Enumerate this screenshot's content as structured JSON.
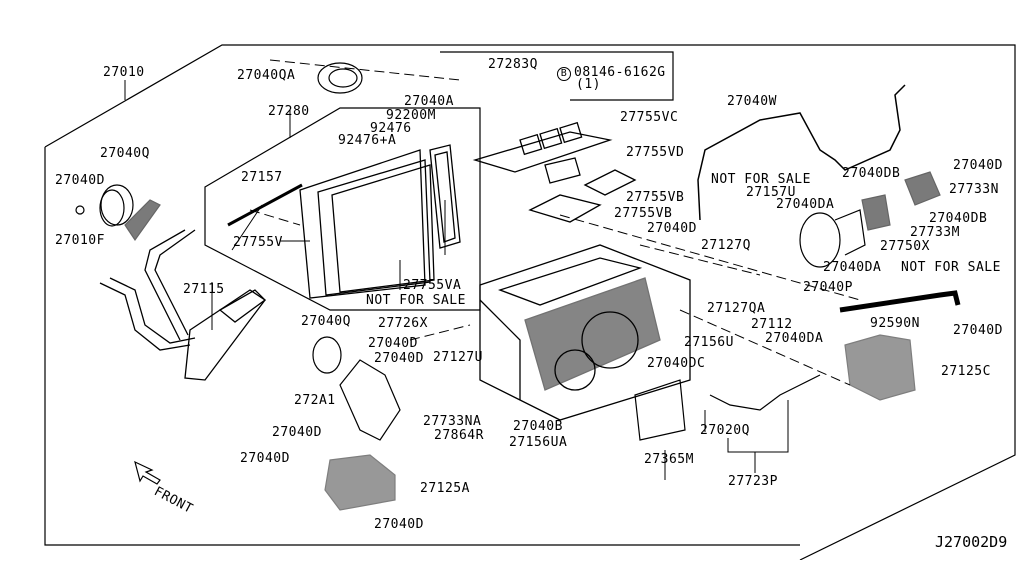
{
  "diagram": {
    "title": "Heater & Blower Unit Parts Diagram",
    "reference_code": "J27002D9",
    "front_indicator": "FRONT",
    "not_for_sale": "NOT FOR SALE",
    "bolt_callout": {
      "symbol": "B",
      "part": "08146-6162G",
      "qty": "(1)"
    },
    "labels": [
      {
        "id": "p27010",
        "text": "27010"
      },
      {
        "id": "p27040QA",
        "text": "27040QA"
      },
      {
        "id": "p27280",
        "text": "27280"
      },
      {
        "id": "p27040Q_top",
        "text": "27040Q"
      },
      {
        "id": "p27040D_left",
        "text": "27040D"
      },
      {
        "id": "p27010F",
        "text": "27010F"
      },
      {
        "id": "p27157",
        "text": "27157"
      },
      {
        "id": "p27755V",
        "text": "27755V"
      },
      {
        "id": "p27115",
        "text": "27115"
      },
      {
        "id": "p27283Q",
        "text": "27283Q"
      },
      {
        "id": "p27040A",
        "text": "27040A"
      },
      {
        "id": "p92200M",
        "text": "92200M"
      },
      {
        "id": "p92476",
        "text": "92476"
      },
      {
        "id": "p92476A",
        "text": "92476+A"
      },
      {
        "id": "p27755VC",
        "text": "27755VC"
      },
      {
        "id": "p27755VD",
        "text": "27755VD"
      },
      {
        "id": "p27755VB_1",
        "text": "27755VB"
      },
      {
        "id": "p27755VB_2",
        "text": "27755VB"
      },
      {
        "id": "p27040D_mid",
        "text": "27040D"
      },
      {
        "id": "p27755VA",
        "text": "27755VA"
      },
      {
        "id": "p27040W",
        "text": "27040W"
      },
      {
        "id": "p27040D_tr",
        "text": "27040D"
      },
      {
        "id": "p27040DB_1",
        "text": "27040DB"
      },
      {
        "id": "p27733N",
        "text": "27733N"
      },
      {
        "id": "p27157U",
        "text": "27157U"
      },
      {
        "id": "p27040DA_1",
        "text": "27040DA"
      },
      {
        "id": "p27040DB_2",
        "text": "27040DB"
      },
      {
        "id": "p27733M",
        "text": "27733M"
      },
      {
        "id": "p27127Q",
        "text": "27127Q"
      },
      {
        "id": "p27750X",
        "text": "27750X"
      },
      {
        "id": "p27040DA_2",
        "text": "27040DA"
      },
      {
        "id": "p27127QA",
        "text": "27127QA"
      },
      {
        "id": "p27040P",
        "text": "27040P"
      },
      {
        "id": "p27112",
        "text": "27112"
      },
      {
        "id": "p92590N",
        "text": "92590N"
      },
      {
        "id": "p27040DA_3",
        "text": "27040DA"
      },
      {
        "id": "p27040D_r",
        "text": "27040D"
      },
      {
        "id": "p27125C",
        "text": "27125C"
      },
      {
        "id": "p27156U",
        "text": "27156U"
      },
      {
        "id": "p27040DC",
        "text": "27040DC"
      },
      {
        "id": "p27040Q_mid",
        "text": "27040Q"
      },
      {
        "id": "p27726X",
        "text": "27726X"
      },
      {
        "id": "p27040D_a",
        "text": "27040D"
      },
      {
        "id": "p27040D_b",
        "text": "27040D"
      },
      {
        "id": "p27127U",
        "text": "27127U"
      },
      {
        "id": "p272A1",
        "text": "272A1"
      },
      {
        "id": "p27733NA",
        "text": "27733NA"
      },
      {
        "id": "p27864R",
        "text": "27864R"
      },
      {
        "id": "p27040B",
        "text": "27040B"
      },
      {
        "id": "p27156UA",
        "text": "27156UA"
      },
      {
        "id": "p27040D_c",
        "text": "27040D"
      },
      {
        "id": "p27040D_d",
        "text": "27040D"
      },
      {
        "id": "p27125A",
        "text": "27125A"
      },
      {
        "id": "p27040D_e",
        "text": "27040D"
      },
      {
        "id": "p27365M",
        "text": "27365M"
      },
      {
        "id": "p27020Q",
        "text": "27020Q"
      },
      {
        "id": "p27723P",
        "text": "27723P"
      }
    ]
  }
}
